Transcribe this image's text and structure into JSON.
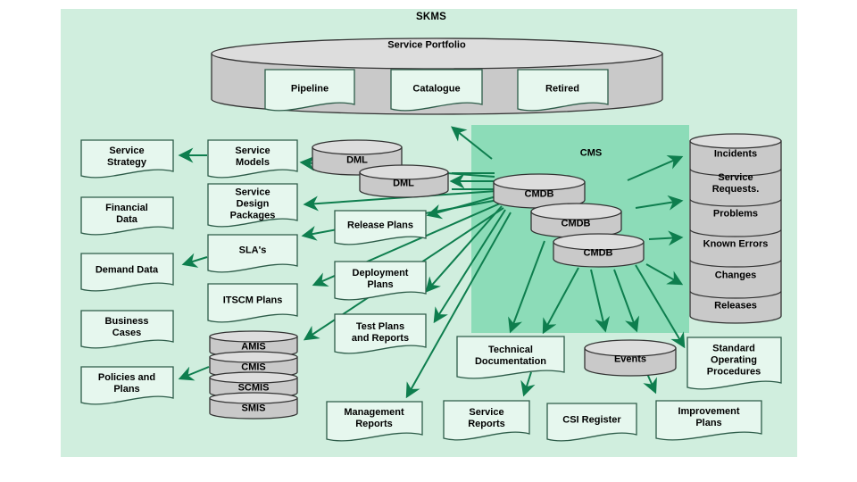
{
  "diagram": {
    "title": "SKMS",
    "cms_label": "CMS",
    "nodes": [
      {
        "id": "service-portfolio",
        "type": "big-cylinder",
        "label": "Service Portfolio"
      },
      {
        "id": "pipeline",
        "type": "document",
        "label": "Pipeline"
      },
      {
        "id": "catalogue",
        "type": "document",
        "label": "Catalogue"
      },
      {
        "id": "retired",
        "type": "document",
        "label": "Retired"
      },
      {
        "id": "service-strategy",
        "type": "document",
        "label": "Service\nStrategy"
      },
      {
        "id": "financial-data",
        "type": "document",
        "label": "Financial\nData"
      },
      {
        "id": "demand-data",
        "type": "document",
        "label": "Demand Data"
      },
      {
        "id": "business-cases",
        "type": "document",
        "label": "Business\nCases"
      },
      {
        "id": "policies-and-plans",
        "type": "document",
        "label": "Policies and\nPlans"
      },
      {
        "id": "service-models",
        "type": "document",
        "label": "Service\nModels"
      },
      {
        "id": "service-design-packages",
        "type": "document",
        "label": "Service\nDesign\nPackages"
      },
      {
        "id": "slas",
        "type": "document",
        "label": "SLA's"
      },
      {
        "id": "itscm-plans",
        "type": "document",
        "label": "ITSCM Plans"
      },
      {
        "id": "amis",
        "type": "cylinder",
        "label": "AMIS"
      },
      {
        "id": "cmis",
        "type": "cylinder",
        "label": "CMIS"
      },
      {
        "id": "scmis",
        "type": "cylinder",
        "label": "SCMIS"
      },
      {
        "id": "smis",
        "type": "cylinder",
        "label": "SMIS"
      },
      {
        "id": "dml-1",
        "type": "cylinder",
        "label": "DML"
      },
      {
        "id": "dml-2",
        "type": "cylinder",
        "label": "DML"
      },
      {
        "id": "release-plans",
        "type": "document",
        "label": "Release Plans"
      },
      {
        "id": "deployment-plans",
        "type": "document",
        "label": "Deployment\nPlans"
      },
      {
        "id": "test-plans-and-reports",
        "type": "document",
        "label": "Test Plans\nand Reports"
      },
      {
        "id": "cmdb-1",
        "type": "cylinder",
        "label": "CMDB"
      },
      {
        "id": "cmdb-2",
        "type": "cylinder",
        "label": "CMDB"
      },
      {
        "id": "cmdb-3",
        "type": "cylinder",
        "label": "CMDB"
      },
      {
        "id": "record-stack",
        "type": "stacked-cylinder",
        "labels": [
          "Incidents",
          "Service\nRequests.",
          "Problems",
          "Known Errors",
          "Changes",
          "Releases"
        ]
      },
      {
        "id": "technical-documentation",
        "type": "document",
        "label": "Technical\nDocumentation"
      },
      {
        "id": "events",
        "type": "cylinder",
        "label": "Events"
      },
      {
        "id": "standard-operating-procedures",
        "type": "document",
        "label": "Standard\nOperating\nProcedures"
      },
      {
        "id": "management-reports",
        "type": "document",
        "label": "Management\nReports"
      },
      {
        "id": "service-reports",
        "type": "document",
        "label": "Service\nReports"
      },
      {
        "id": "csi-register",
        "type": "document",
        "label": "CSI Register"
      },
      {
        "id": "improvement-plans",
        "type": "document",
        "label": "Improvement\nPlans"
      }
    ]
  },
  "colors": {
    "canvas": "#FFFFFF",
    "skms_bg": "#D0EEDE",
    "cms_bg": "#8CDCB8",
    "document_fill": "#E6F7EE",
    "document_stroke": "#2D5C49",
    "cylinder_fill": "#C9C9C9",
    "cylinder_top": "#DDDDDD",
    "cylinder_stroke": "#333333",
    "arrow": "#0E7E4E",
    "text": "#000000"
  }
}
